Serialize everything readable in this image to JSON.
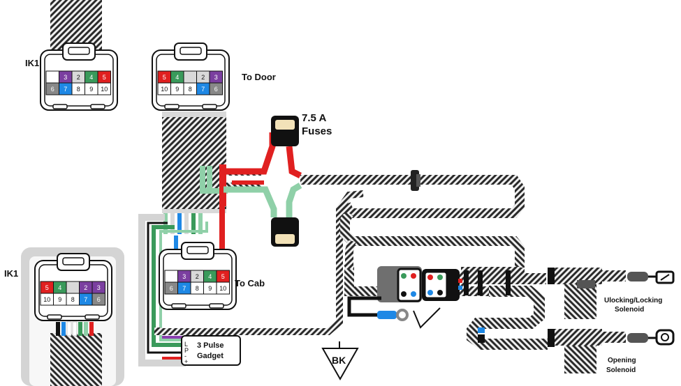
{
  "labels": {
    "ik1_top": "IK1",
    "ik1_bottom": "IK1",
    "to_door": "To Door",
    "to_cab": "To Cab",
    "fuse_line1": "7.5 A",
    "fuse_line2": "Fuses",
    "gadget_line1": "3 Pulse",
    "gadget_line2": "Gadget",
    "solenoid_lock_line1": "Ulocking/Locking",
    "solenoid_lock_line2": "Solenoid",
    "solenoid_open_line1": "Opening",
    "solenoid_open_line2": "Solenoid",
    "ground": "BK"
  },
  "gadget_pins": [
    "L",
    "P",
    "-",
    "+"
  ],
  "connectors": {
    "ik1_top": {
      "top_row": [
        "",
        "3",
        "2",
        "4",
        "5"
      ],
      "bottom_row": [
        "6",
        "7",
        "8",
        "9",
        "10"
      ],
      "top_colors": [
        "#ffffff",
        "#7b3fa0",
        "#d9d9d9",
        "#3a9a5b",
        "#e02020"
      ],
      "bottom_colors": [
        "#888888",
        "#1e88e5",
        "#ffffff",
        "#ffffff",
        "#ffffff"
      ]
    },
    "to_door": {
      "top_row": [
        "5",
        "4",
        "",
        "2",
        "3"
      ],
      "bottom_row": [
        "10",
        "9",
        "8",
        "7",
        "6"
      ],
      "top_colors": [
        "#e02020",
        "#3a9a5b",
        "#d9d9d9",
        "#d9d9d9",
        "#7b3fa0"
      ],
      "bottom_colors": [
        "#ffffff",
        "#ffffff",
        "#ffffff",
        "#1e88e5",
        "#888888"
      ]
    },
    "to_cab": {
      "top_row": [
        "",
        "3",
        "2",
        "4",
        "5"
      ],
      "bottom_row": [
        "6",
        "7",
        "8",
        "9",
        "10"
      ],
      "top_colors": [
        "#ffffff",
        "#7b3fa0",
        "#d9d9d9",
        "#3a9a5b",
        "#e02020"
      ],
      "bottom_colors": [
        "#888888",
        "#1e88e5",
        "#ffffff",
        "#ffffff",
        "#ffffff"
      ]
    },
    "ik1_bottom": {
      "top_row": [
        "5",
        "4",
        "",
        "2",
        "3"
      ],
      "bottom_row": [
        "10",
        "9",
        "8",
        "7",
        "6"
      ],
      "top_colors": [
        "#e02020",
        "#3a9a5b",
        "#d9d9d9",
        "#7b3fa0",
        "#7b3fa0"
      ],
      "bottom_colors": [
        "#ffffff",
        "#ffffff",
        "#ffffff",
        "#1e88e5",
        "#888888"
      ]
    }
  },
  "colors": {
    "red": "#e02020",
    "green": "#8fd0a8",
    "dark_green": "#3a9a5b",
    "purple": "#7b3fa0",
    "blue": "#1e88e5",
    "black": "#111111",
    "fuse_tan": "#f2e2b8"
  }
}
